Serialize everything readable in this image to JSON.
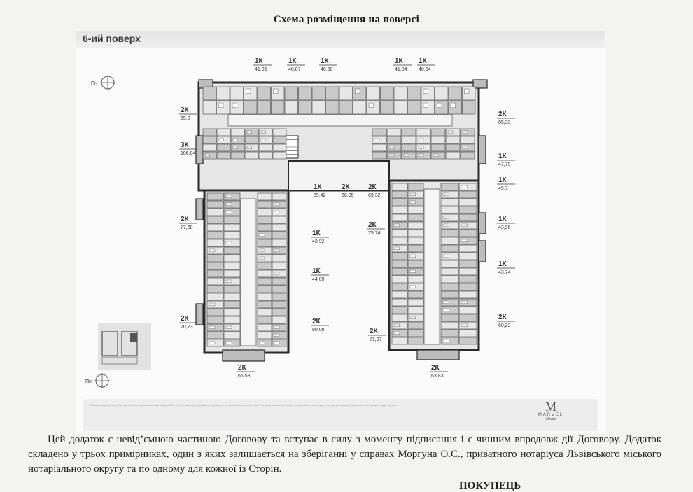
{
  "page": {
    "title": "Схема розміщення на поверсі",
    "floor_label": "6-ий поверх"
  },
  "plan": {
    "units": [
      {
        "type": "1К",
        "area": "41,06"
      },
      {
        "type": "1К",
        "area": "40,87"
      },
      {
        "type": "1К",
        "area": "40,50"
      },
      {
        "type": "1К",
        "area": "41,04"
      },
      {
        "type": "1К",
        "area": "40,64"
      },
      {
        "type": "2К",
        "area": "65,0"
      },
      {
        "type": "3К",
        "area": "106,04"
      },
      {
        "type": "2К",
        "area": "65,33"
      },
      {
        "type": "1К",
        "area": "47,79"
      },
      {
        "type": "1К",
        "area": "49,7"
      },
      {
        "type": "1К",
        "area": "39,42"
      },
      {
        "type": "2К",
        "area": "68,05"
      },
      {
        "type": "2К",
        "area": "69,32"
      },
      {
        "type": "2К",
        "area": "77,68"
      },
      {
        "type": "1К",
        "area": "43,92"
      },
      {
        "type": "1К",
        "area": "44,09"
      },
      {
        "type": "2К",
        "area": "75,74"
      },
      {
        "type": "1К",
        "area": "43,96"
      },
      {
        "type": "1К",
        "area": "43,74"
      },
      {
        "type": "2К",
        "area": "70,73"
      },
      {
        "type": "2К",
        "area": "80,08"
      },
      {
        "type": "2К",
        "area": "66,58"
      },
      {
        "type": "2К",
        "area": "71,97"
      },
      {
        "type": "2К",
        "area": "60,23"
      },
      {
        "type": "2К",
        "area": "63,83"
      }
    ],
    "compass_label_top": "Пн",
    "compass_label_bottom": "Пн"
  },
  "footer": {
    "fine_print": "* Площа квартир може бути уточнена за результатами обмірів БТІ. Схема має інформаційний характер і не є робочим кресленням. Розташування інженерних мереж, віконних та дверних прорізів може бути змінено в процесі будівництва.",
    "logo_word": "MARVEL",
    "logo_sub": "Home"
  },
  "annex": {
    "text": "Цей додаток є невід’ємною частиною Договору та вступає в силу з моменту підписання і є чинним впродовж дії Договору. Додаток складено у трьох примірниках, один з яких залишається на зберіганні у справах Моргуна О.С., приватного нотаріуса Львівського міського нотаріального округу та по одному для кожної із Сторін.",
    "cut_text": "ПОКУПЕЦЬ"
  },
  "colors": {
    "wall": "#2a2a2a",
    "room": "#c9c9c9",
    "room_light": "#e6e6e6",
    "corridor": "#f4f4f4"
  }
}
